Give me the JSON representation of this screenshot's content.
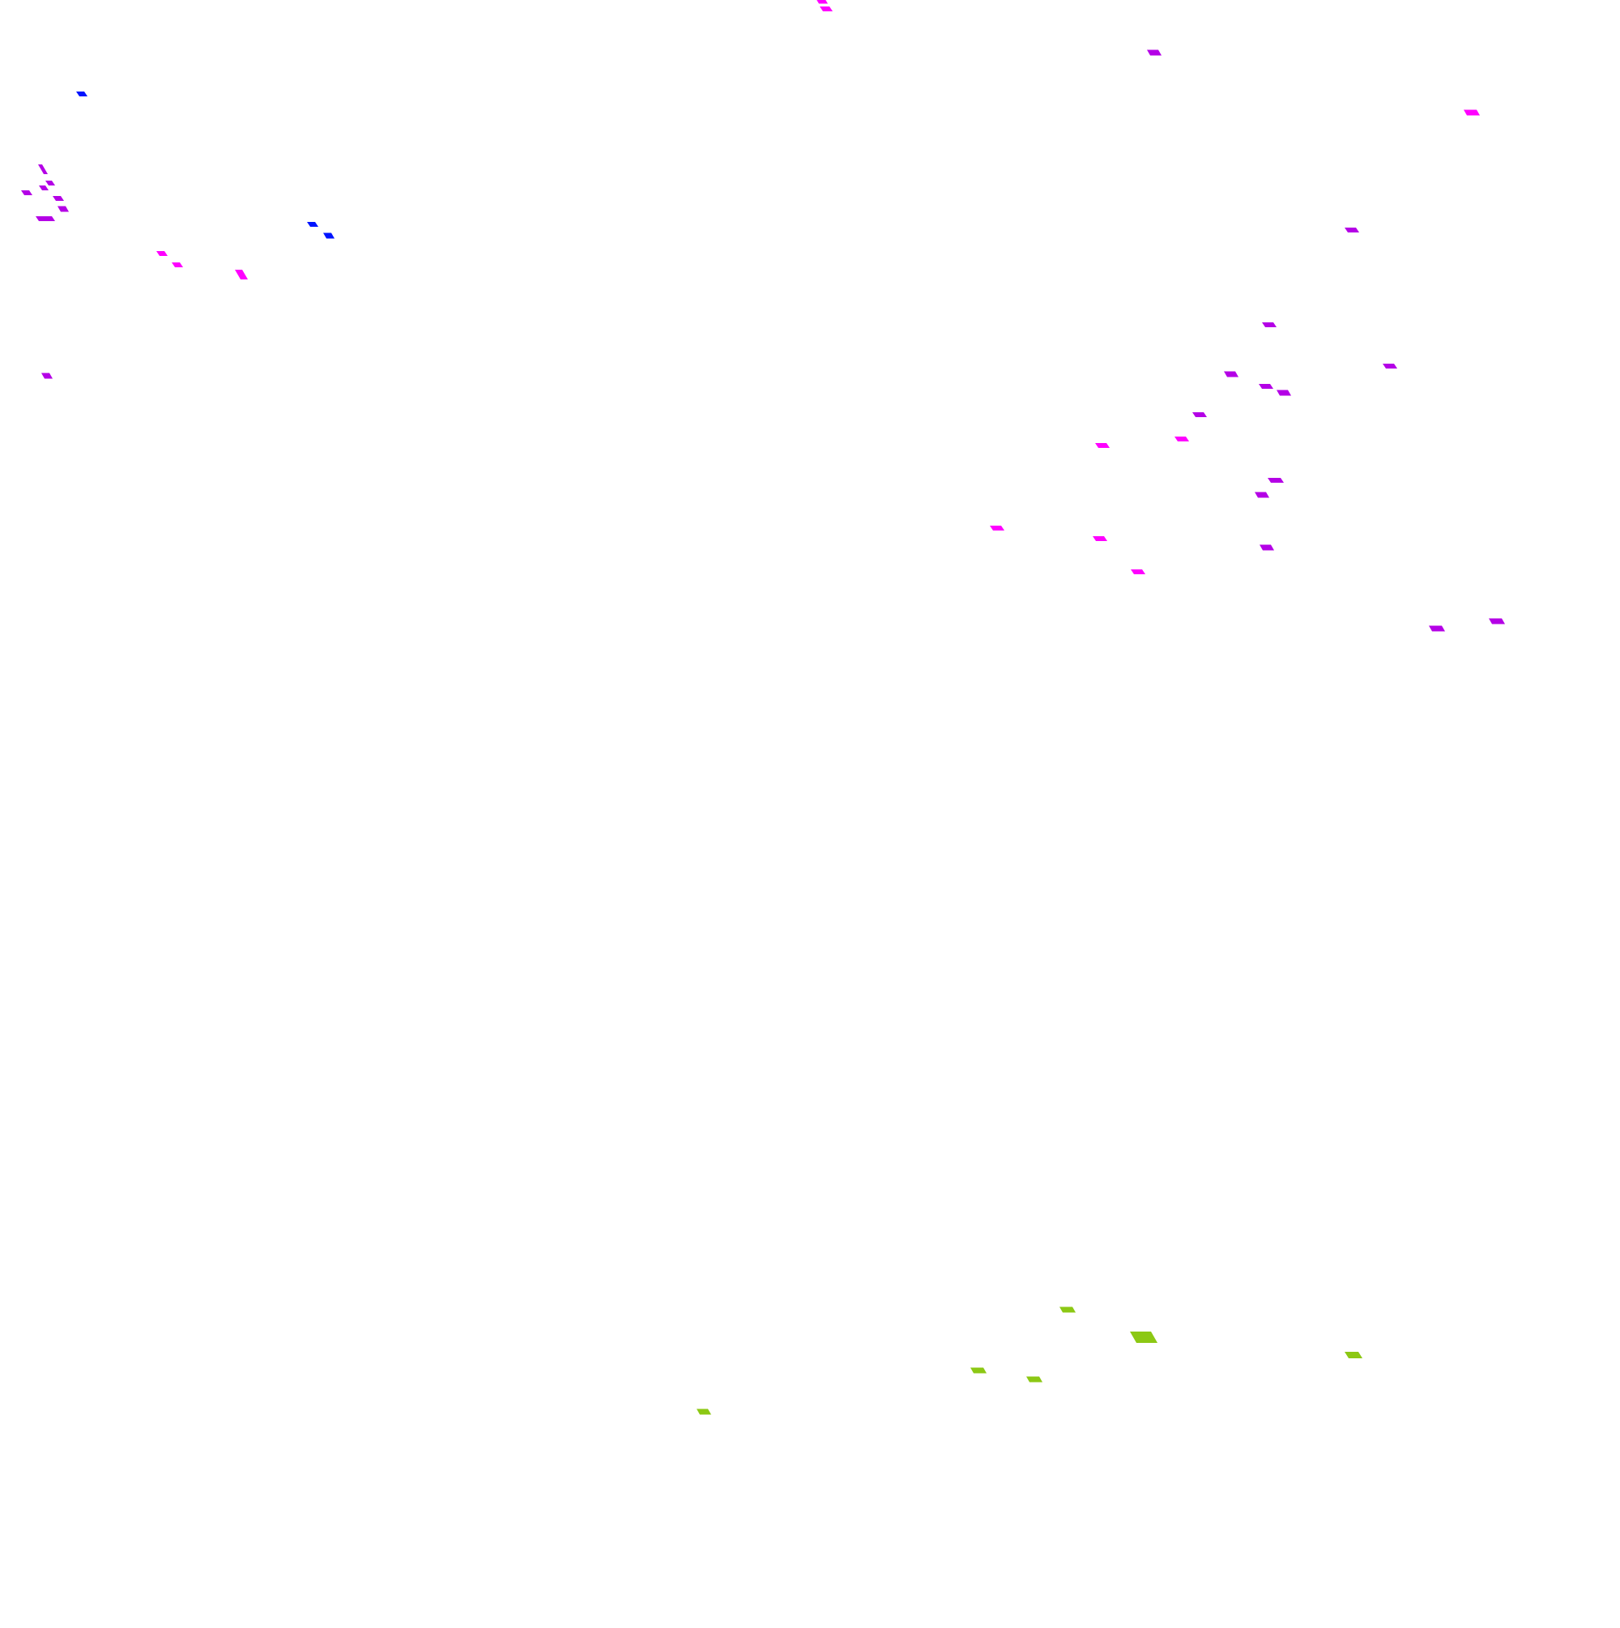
{
  "map": {
    "background": "#ffffff",
    "palette": {
      "magenta": "#ff00ff",
      "purple": "#b400e6",
      "blue": "#0014ff",
      "green": "#8cc814"
    },
    "marker_shape": "parallelogram",
    "marker_groups": [
      {
        "name": "magenta",
        "color": "#ff00ff",
        "count": 12
      },
      {
        "name": "purple",
        "color": "#b400e6",
        "count": 23
      },
      {
        "name": "blue",
        "color": "#0014ff",
        "count": 3
      },
      {
        "name": "green",
        "color": "#8cc814",
        "count": 7
      }
    ]
  }
}
